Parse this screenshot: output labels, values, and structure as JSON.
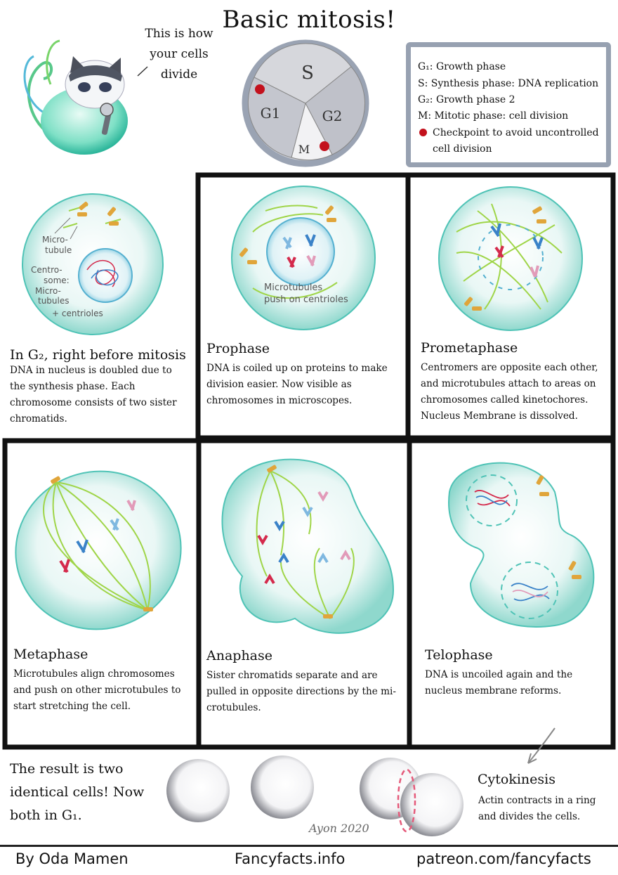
{
  "title": "Basic mitosis!",
  "speech_bubble": "This is how your cells divide",
  "cycle_wheel": {
    "sectors": [
      "S",
      "G1",
      "G2",
      "M"
    ]
  },
  "legend": {
    "items": [
      "G₁: Growth phase",
      "S: Synthesis phase: DNA replication",
      "G₂: Growth phase 2",
      "M: Mitotic phase: cell division"
    ],
    "checkpoint_line1": "Checkpoint to avoid uncontrolled",
    "checkpoint_line2": "cell division",
    "checkpoint_color": "#c3111d"
  },
  "cell_annotations": {
    "microtubule": [
      "Micro-",
      "tubule"
    ],
    "centrosome": [
      "Centro-",
      "some:",
      "Micro-",
      "tubules",
      "+ centrioles"
    ],
    "prophase_note": [
      "Microtubules",
      "push on centrioles"
    ]
  },
  "phases": [
    {
      "title": "In G₂, right before mitosis",
      "desc": "DNA in nucleus is doubled due to the synthesis phase. Each chromosome consists of two sister chromatids."
    },
    {
      "title": "Prophase",
      "desc": "DNA is coiled up on proteins to make division easier. Now visible as chromosomes in microscopes."
    },
    {
      "title": "Prometaphase",
      "desc": "Centromers are opposite each other, and microtubules attach to areas on chromosomes called kinetochores. Nucleus Membrane is dissolved."
    },
    {
      "title": "Metaphase",
      "desc": "Microtubules align chromosomes and push on other microtubules to start stretching the cell."
    },
    {
      "title": "Anaphase",
      "desc": "Sister chromatids separate and are pulled in opposite directions by the mi-crotubules."
    },
    {
      "title": "Telophase",
      "desc": "DNA is uncoiled again and the nucleus membrane reforms."
    }
  ],
  "result": "The result is two identical cells! Now both in G₁.",
  "cytokinesis": {
    "title": "Cytokinesis",
    "desc": "Actin contracts in a ring and divides the cells."
  },
  "signature": "Ayon 2020",
  "footer": {
    "author": "By Oda Mamen",
    "site": "Fancyfacts.info",
    "patreon": "patreon.com/fancyfacts"
  },
  "colors": {
    "cell_fill": "#e7f6f4",
    "cell_edge": "#4fc3b6",
    "microtubule": "#9fd548",
    "centriole": "#e0a53a",
    "chromosome_blue": "#3a82c8",
    "chromosome_red": "#d42a4c",
    "legend_border": "#97a1b1"
  }
}
